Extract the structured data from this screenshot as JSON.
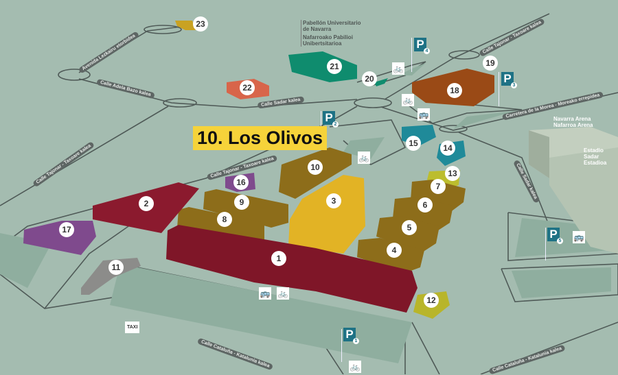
{
  "title": "10. Los Olivos",
  "buildings": [
    "1",
    "2",
    "3",
    "4",
    "5",
    "6",
    "7",
    "8",
    "9",
    "10",
    "11",
    "12",
    "13",
    "14",
    "15",
    "16",
    "17",
    "18",
    "19",
    "20",
    "21",
    "22",
    "23"
  ],
  "streets": {
    "lezkairu": "Avenida Lezkairu etorbidea",
    "adela_bazo": "Calle Adela Bazo kalea",
    "sadar": "Calle Sadar kalea",
    "tajonar_ne": "Calle Tajonar - Taxoare kalea",
    "tajonar_w": "Calle Tajonar - Taxoare kalea",
    "tajonar_c": "Calle Tajonar - Taxoare kalea",
    "morea": "Carretera de la Morea - Moreako errepidea",
    "sadar_e": "Calle Sadar kalea",
    "cataluna_s": "Calle Cataluña - Katalunia kalea",
    "cataluna_se": "Calle Cataluña - Katalunia kalea"
  },
  "places": {
    "pabellon_1": "Pabellón Universitario",
    "pabellon_2": "de Navarra",
    "pabellon_3": "Nafarroako Pabilioi",
    "pabellon_4": "Unibertsitarioa",
    "arena_1": "Navarra Arena",
    "arena_2": "Nafarroa Arena",
    "estadio_1": "Estadio",
    "estadio_2": "Sadar",
    "estadio_3": "Estadioa"
  },
  "parking": {
    "p_letter": "P",
    "p1": "1",
    "p2": "2",
    "p3": "3",
    "p4": "4",
    "p5": "5"
  },
  "taxi": "TAXI",
  "icons": {
    "bike": "🚲",
    "bus": "🚌"
  }
}
